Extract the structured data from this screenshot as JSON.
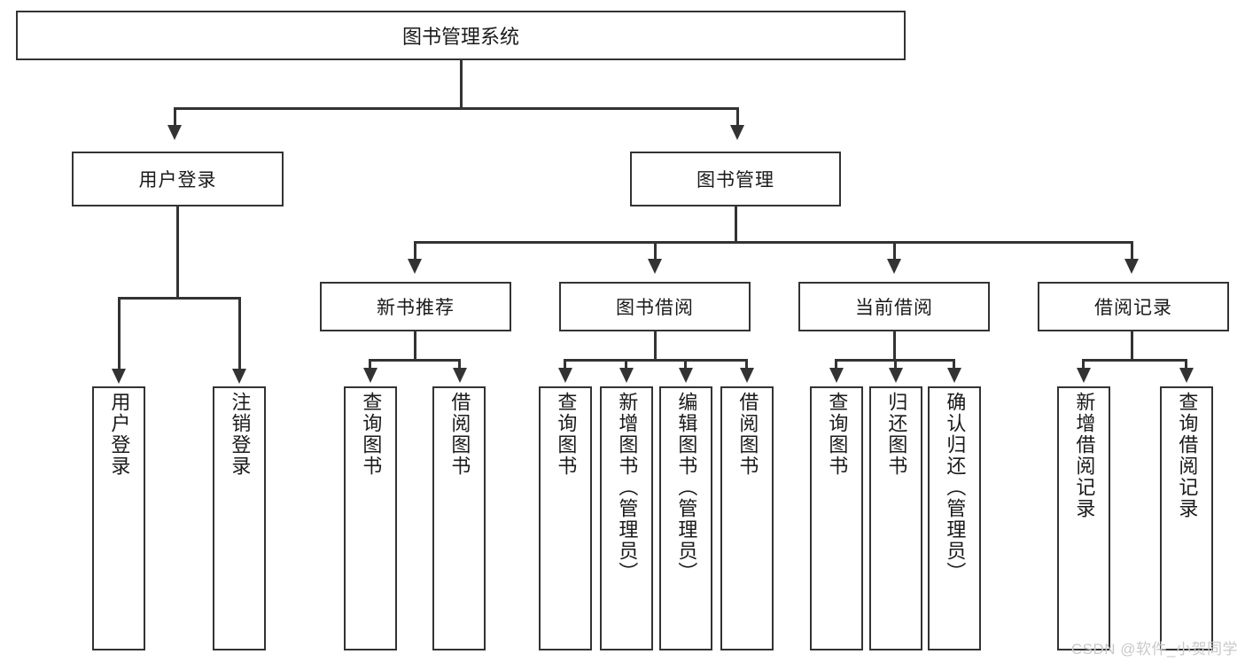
{
  "diagram": {
    "type": "tree",
    "title": "图书管理系统",
    "watermark": "CSDN @软件_小贺同学",
    "root": {
      "id": "root",
      "label": "图书管理系统"
    },
    "level2": [
      {
        "id": "user-login",
        "label": "用户登录"
      },
      {
        "id": "book-manage",
        "label": "图书管理"
      }
    ],
    "level3": [
      {
        "id": "new-book-rec",
        "label": "新书推荐"
      },
      {
        "id": "book-borrow",
        "label": "图书借阅"
      },
      {
        "id": "current-borrow",
        "label": "当前借阅"
      },
      {
        "id": "borrow-record",
        "label": "借阅记录"
      }
    ],
    "leaves": {
      "user_login": [
        {
          "id": "leaf-user-login",
          "label": "用户登录"
        },
        {
          "id": "leaf-logout",
          "label": "注销登录"
        }
      ],
      "new_book_rec": [
        {
          "id": "leaf-query-book-1",
          "label": "查询图书"
        },
        {
          "id": "leaf-borrow-book-1",
          "label": "借阅图书"
        }
      ],
      "book_borrow": [
        {
          "id": "leaf-query-book-2",
          "label": "查询图书"
        },
        {
          "id": "leaf-add-book",
          "label": "新增图书（管理员）"
        },
        {
          "id": "leaf-edit-book",
          "label": "编辑图书（管理员）"
        },
        {
          "id": "leaf-borrow-book-2",
          "label": "借阅图书"
        }
      ],
      "current_borrow": [
        {
          "id": "leaf-query-book-3",
          "label": "查询图书"
        },
        {
          "id": "leaf-return-book",
          "label": "归还图书"
        },
        {
          "id": "leaf-confirm-return",
          "label": "确认归还（管理员）"
        }
      ],
      "borrow_record": [
        {
          "id": "leaf-add-record",
          "label": "新增借阅记录"
        },
        {
          "id": "leaf-query-record",
          "label": "查询借阅记录"
        }
      ]
    },
    "colors": {
      "stroke": "#333333",
      "fill": "#ffffff",
      "text": "#1a1a1a",
      "watermark": "#c9c9c9"
    }
  }
}
